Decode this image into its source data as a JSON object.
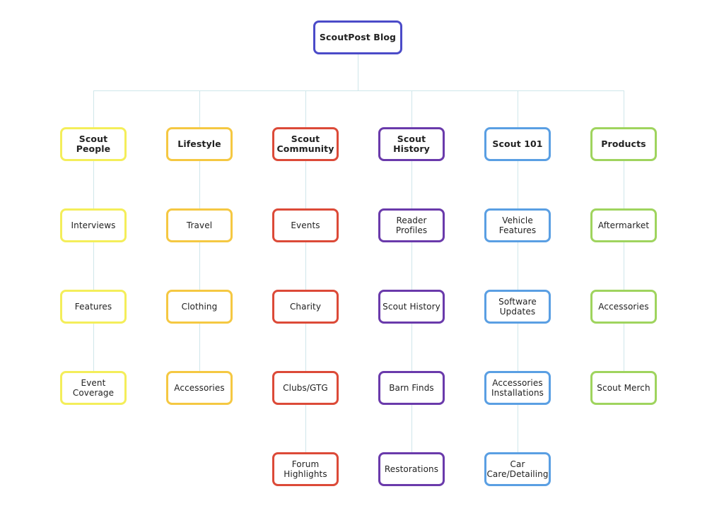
{
  "root": {
    "label": "ScoutPost Blog",
    "color": "#4b4bc8"
  },
  "categories": [
    {
      "label": "Scout\nPeople",
      "color": "#f4ee5a",
      "children": [
        "Interviews",
        "Features",
        "Event\nCoverage"
      ]
    },
    {
      "label": "Lifestyle",
      "color": "#f5c842",
      "children": [
        "Travel",
        "Clothing",
        "Accessories"
      ]
    },
    {
      "label": "Scout\nCommunity",
      "color": "#dc4a38",
      "children": [
        "Events",
        "Charity",
        "Clubs/GTG",
        "Forum\nHighlights"
      ]
    },
    {
      "label": "Scout\nHistory",
      "color": "#6a3aab",
      "children": [
        "Reader Profiles",
        "Scout History",
        "Barn Finds",
        "Restorations"
      ]
    },
    {
      "label": "Scout 101",
      "color": "#5a9fe3",
      "children": [
        "Vehicle\nFeatures",
        "Software\nUpdates",
        "Accessories\nInstallations",
        "Car\nCare/Detailing"
      ]
    },
    {
      "label": "Products",
      "color": "#9fd45e",
      "children": [
        "Aftermarket",
        "Accessories",
        "Scout Merch"
      ]
    }
  ]
}
